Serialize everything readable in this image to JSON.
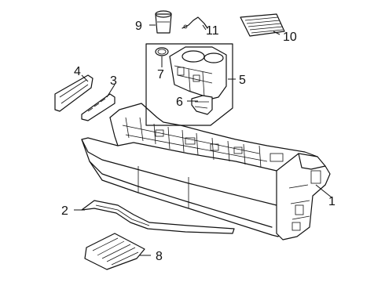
{
  "callouts": [
    {
      "id": "1",
      "text": "1"
    },
    {
      "id": "2",
      "text": "2"
    },
    {
      "id": "3",
      "text": "3"
    },
    {
      "id": "4",
      "text": "4"
    },
    {
      "id": "5",
      "text": "5"
    },
    {
      "id": "6",
      "text": "6"
    },
    {
      "id": "7",
      "text": "7"
    },
    {
      "id": "8",
      "text": "8"
    },
    {
      "id": "9",
      "text": "9"
    },
    {
      "id": "10",
      "text": "10"
    },
    {
      "id": "11",
      "text": "11"
    }
  ],
  "colors": {
    "line": "#111111",
    "background": "#ffffff"
  }
}
